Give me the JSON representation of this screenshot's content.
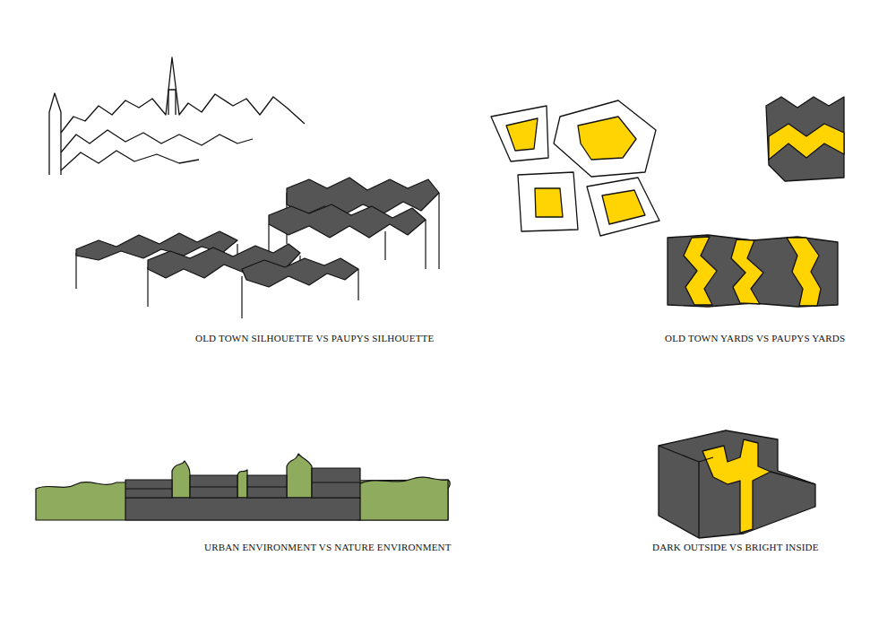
{
  "diagram": {
    "labels": [
      "OLD TOWN SILHOUETTE VS PAUPYS  SILHOUETTE",
      "OLD TOWN YARDS VS PAUPYS YARDS",
      "URBAN ENVIRONMENT VS NATURE ENVIRONMENT",
      "DARK OUTSIDE VS BRIGHT INSIDE"
    ]
  }
}
